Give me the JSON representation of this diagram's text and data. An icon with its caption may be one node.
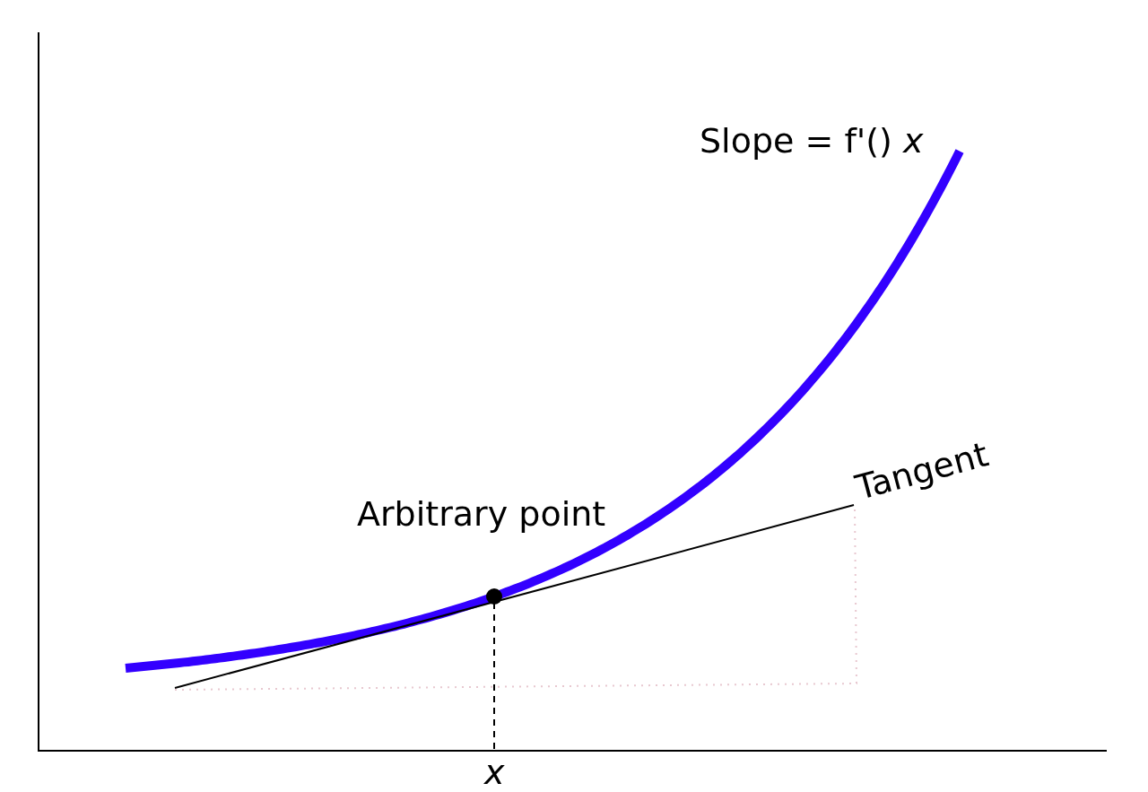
{
  "diagram": {
    "labels": [
      "Slope = f'() *x*",
      "Arbitrary point",
      "Tangent",
      "x"
    ]
  }
}
